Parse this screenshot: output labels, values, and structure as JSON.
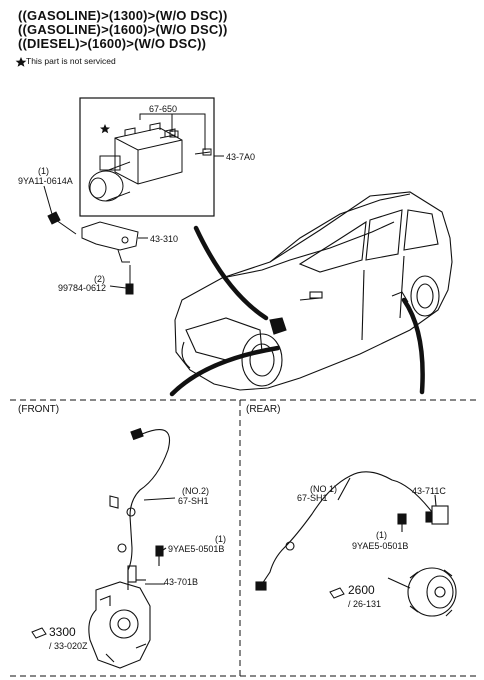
{
  "header": {
    "line1": "((GASOLINE)>(1300)>(W/O DSC))",
    "line2": "((GASOLINE)>(1600)>(W/O DSC))",
    "line3": "((DIESEL)>(1600)>(W/O DSC))",
    "note": "This part is not serviced"
  },
  "top_labels": {
    "p67650": "67-650",
    "p437a0": "43-7A0",
    "qty1_a": "(1)",
    "p9ya11": "9YA11-0614A",
    "p43310": "43-310",
    "qty2": "(2)",
    "p99784": "99784-0612"
  },
  "front": {
    "title": "(FRONT)",
    "no2": "(NO.2)",
    "p67sh1": "67-SH1",
    "qty1": "(1)",
    "p9yae5": "9YAE5-0501B",
    "p43701b": "43-701B",
    "ref3300": "3300",
    "ref3300_sub": "/ 33-020Z"
  },
  "rear": {
    "title": "(REAR)",
    "no1": "(NO 1)",
    "p67sh1": "67-SH1",
    "p43711c": "43-711C",
    "qty1": "(1)",
    "p9yae5": "9YAE5-0501B",
    "ref2600": "2600",
    "ref2600_sub": "/ 26-131"
  }
}
